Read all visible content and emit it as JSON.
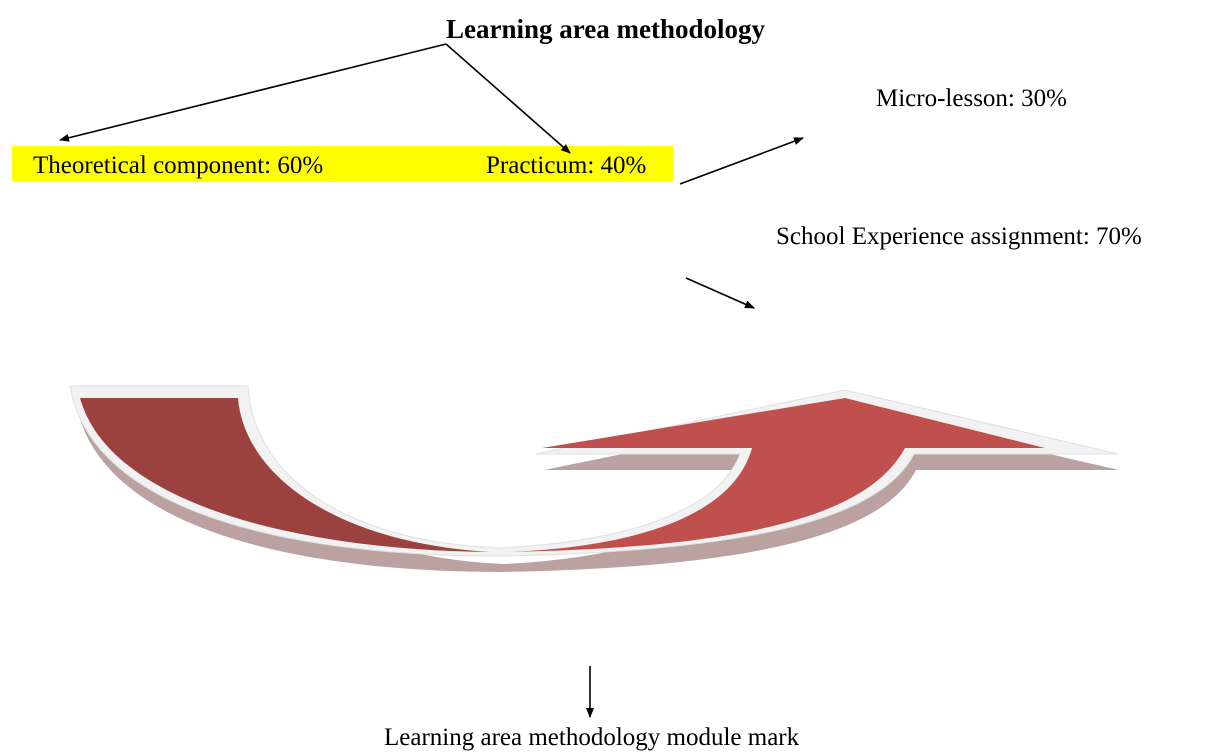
{
  "diagram": {
    "title": "Learning area methodology",
    "theoretical": "Theoretical component: 60%",
    "practicum": "Practicum: 40%",
    "micro_lesson": "Micro-lesson: 30%",
    "school_experience": "School Experience assignment: 70%",
    "module_mark": "Learning area methodology module mark"
  },
  "colors": {
    "highlight": "#ffff00",
    "arrow_left": "#9b4240",
    "arrow_right": "#c0504d",
    "arrow_shadow": "#b09090"
  },
  "icons": {
    "curved_arrow": "u-turn-arrow-icon"
  }
}
